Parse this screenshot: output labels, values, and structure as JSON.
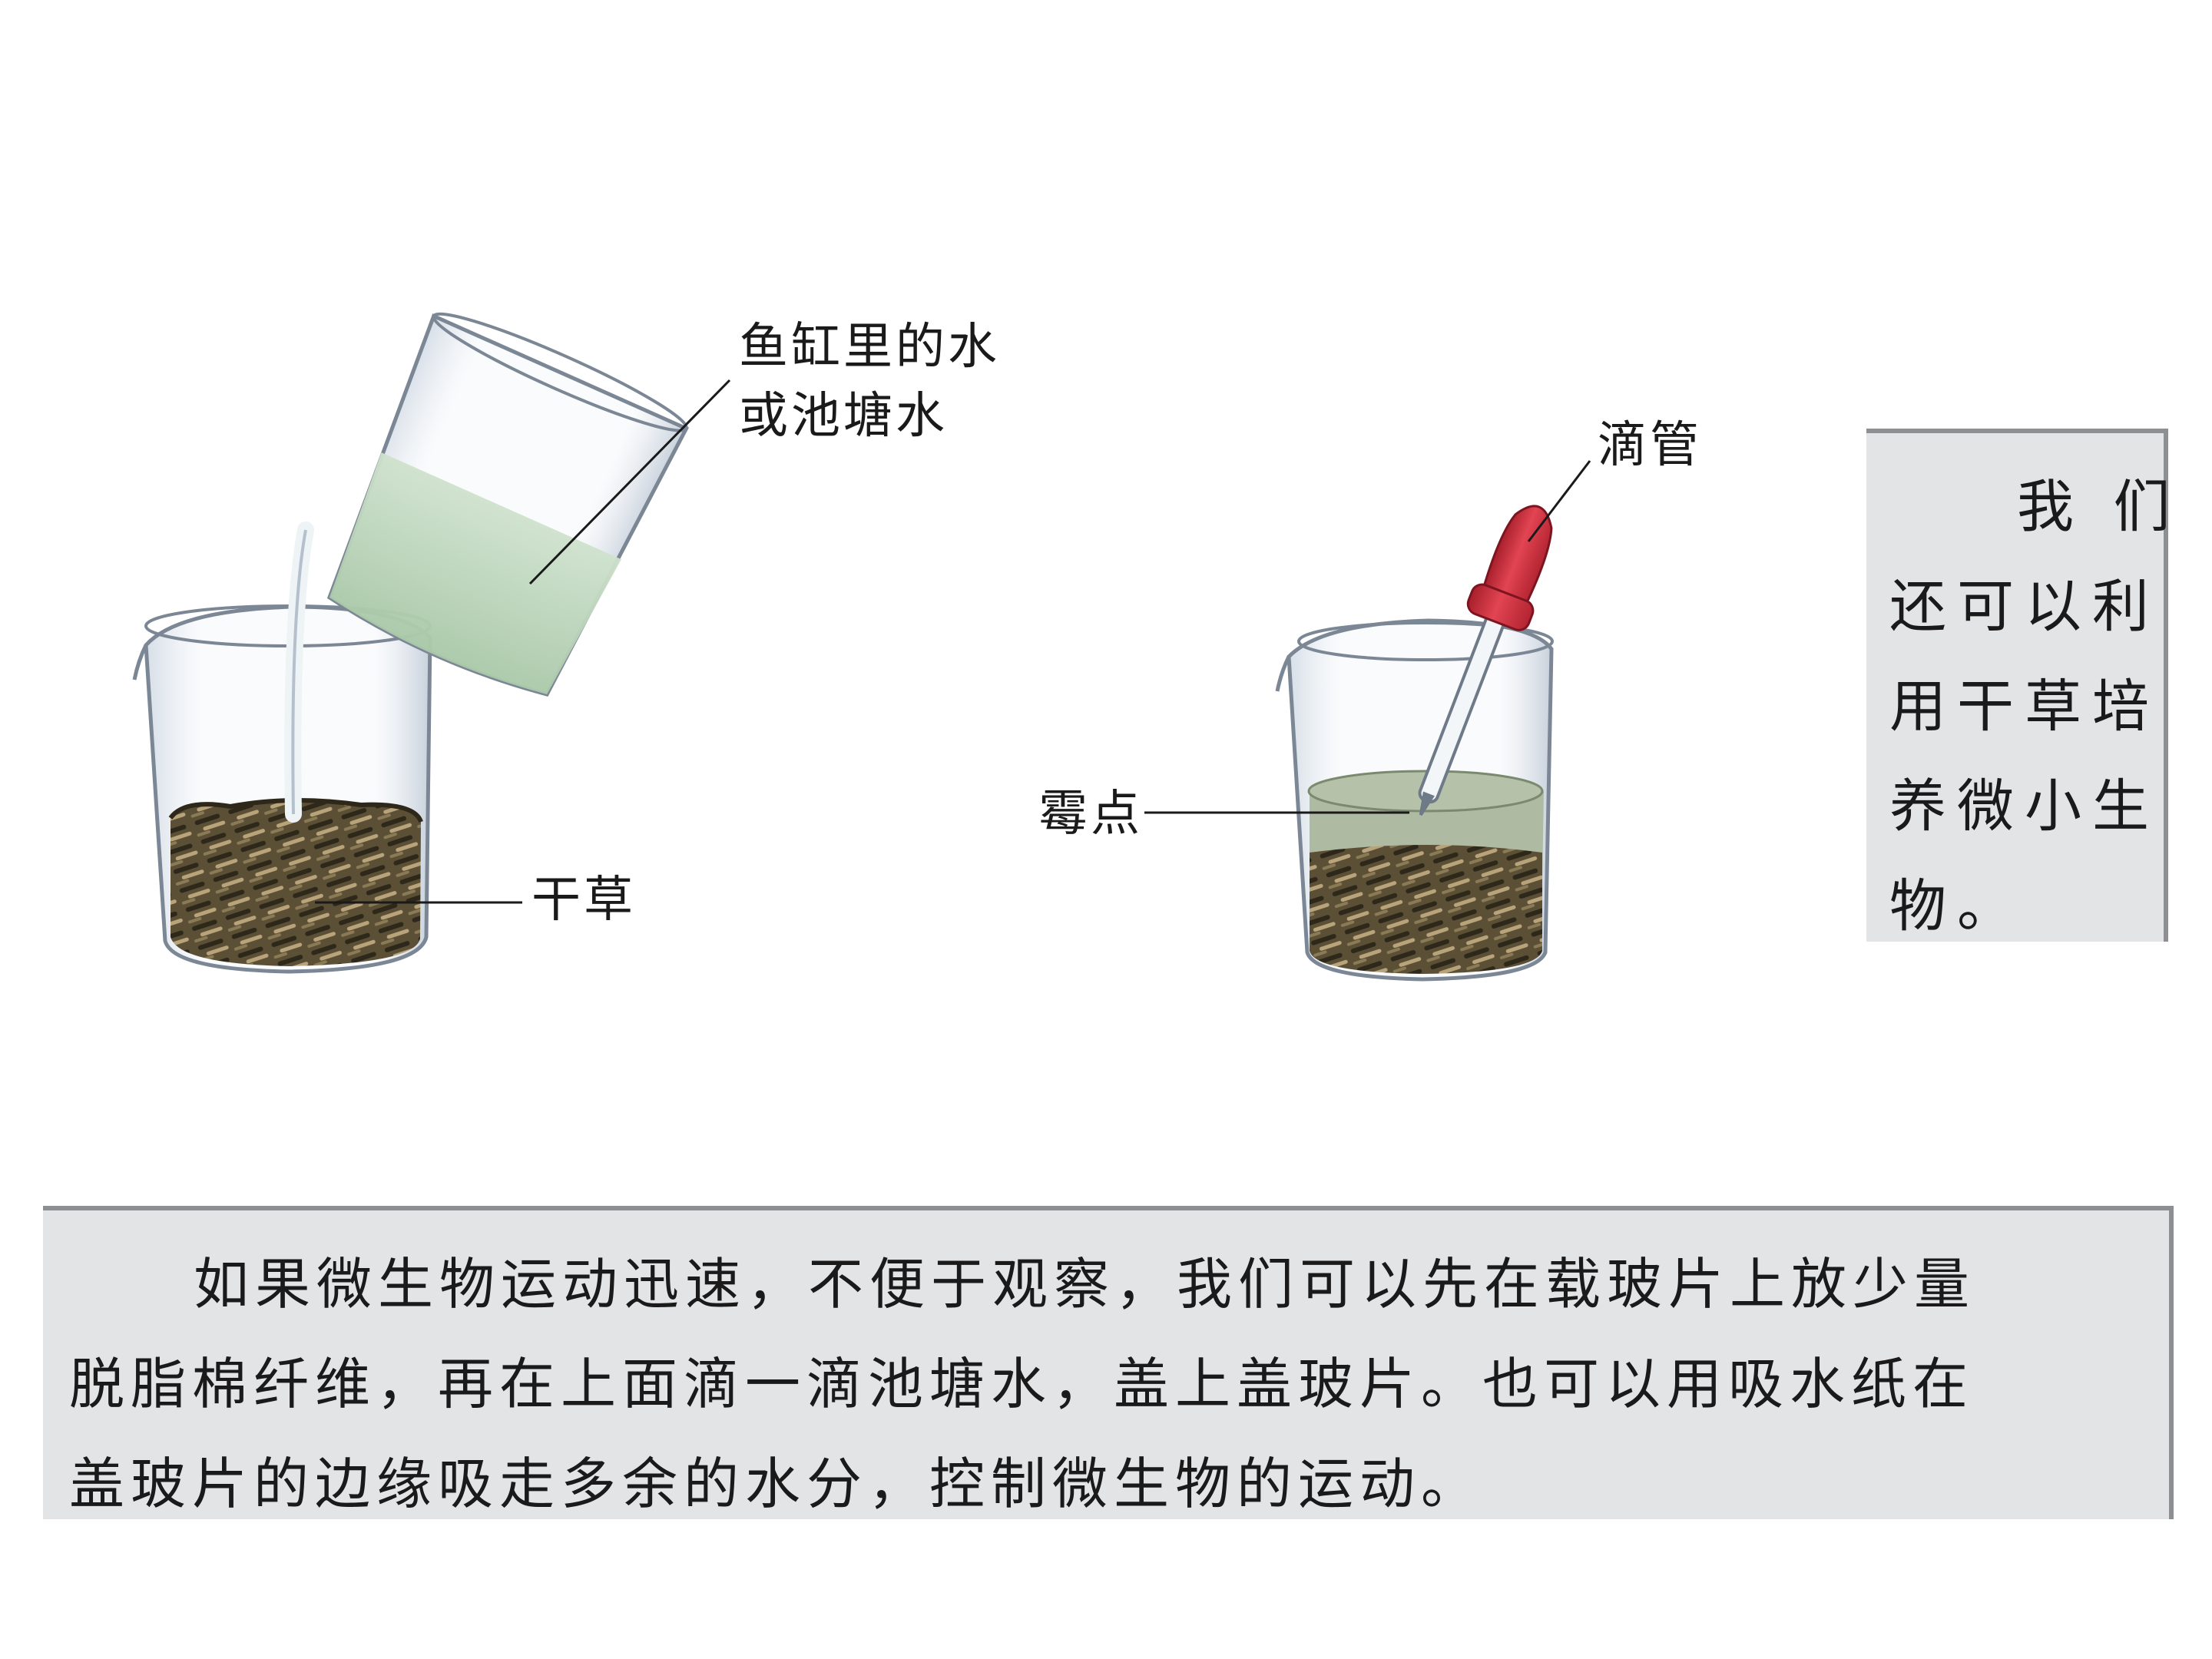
{
  "illustration_left": {
    "label_water_line1": "鱼缸里的水",
    "label_water_line2": "或池塘水",
    "label_hay": "干草"
  },
  "illustration_right": {
    "label_dropper": "滴管",
    "label_mold": "霉点"
  },
  "side_note": {
    "lines": [
      "我 们",
      "还可以利",
      "用干草培",
      "养微小生",
      "物。"
    ]
  },
  "bottom_note": {
    "lines": [
      "如果微生物运动迅速，不便于观察，我们可以先在载玻片上放少量",
      "脱脂棉纤维，再在上面滴一滴池塘水，盖上盖玻片。也可以用吸水纸在",
      "盖玻片的边缘吸走多余的水分，控制微生物的运动。"
    ]
  },
  "colors": {
    "pond_water": "#b9d3b9",
    "hay_dark": "#3a3322",
    "hay_light": "#b9a37a",
    "dropper_bulb": "#d8323f",
    "box_fill": "#e3e4e6",
    "box_border": "#8e8f92"
  }
}
